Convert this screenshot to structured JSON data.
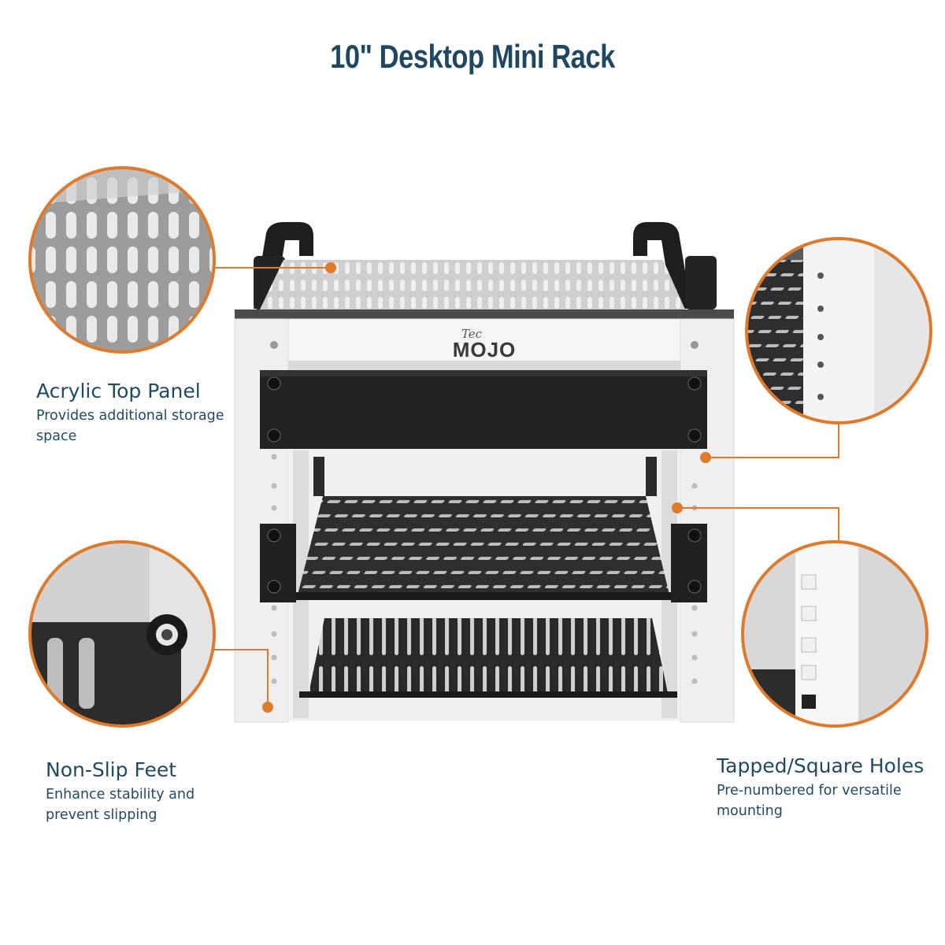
{
  "title": "10\" Desktop Mini Rack",
  "brand": {
    "tec": "Tec",
    "mojo": "MOJO"
  },
  "features": {
    "top_panel": {
      "name": "Acrylic Top Panel",
      "desc": "Provides additional storage space"
    },
    "feet": {
      "name": "Non-Slip Feet",
      "desc": "Enhance stability and prevent slipping"
    },
    "holes": {
      "name": "Tapped/Square Holes",
      "desc": "Pre-numbered for versatile mounting"
    }
  },
  "colors": {
    "accent": "#e07a2a",
    "title": "#1d4763",
    "frame": "#efefef",
    "metal": "#2b2b2b"
  }
}
